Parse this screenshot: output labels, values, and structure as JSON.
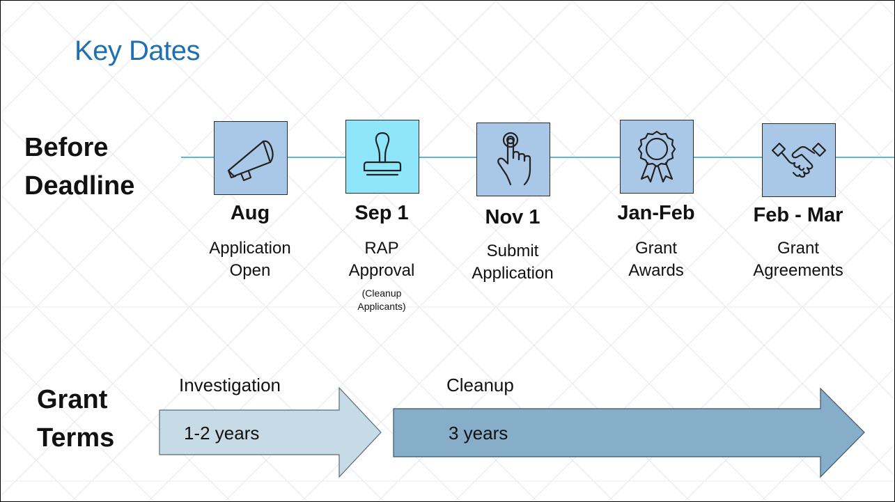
{
  "title": "Key Dates",
  "rows": {
    "before_deadline": [
      "Before",
      "Deadline"
    ],
    "grant_terms": [
      "Grant",
      "Terms"
    ]
  },
  "milestones": [
    {
      "date": "Aug",
      "lines": [
        "Application",
        "Open"
      ],
      "note": [],
      "icon": "megaphone-icon",
      "highlight": false
    },
    {
      "date": "Sep 1",
      "lines": [
        "RAP",
        "Approval"
      ],
      "note": [
        "(Cleanup",
        "Applicants)"
      ],
      "icon": "stamp-icon",
      "highlight": true
    },
    {
      "date": "Nov 1",
      "lines": [
        "Submit",
        "Application"
      ],
      "note": [],
      "icon": "touch-hand-icon",
      "highlight": false
    },
    {
      "date": "Jan-Feb",
      "lines": [
        "Grant",
        "Awards"
      ],
      "note": [],
      "icon": "award-ribbon-icon",
      "highlight": false
    },
    {
      "date": "Feb - Mar",
      "lines": [
        "Grant",
        "Agreements"
      ],
      "note": [],
      "icon": "handshake-icon",
      "highlight": false
    }
  ],
  "terms": [
    {
      "label": "Investigation",
      "duration": "1-2 years",
      "color": "#c7dbe6"
    },
    {
      "label": "Cleanup",
      "duration": "3 years",
      "color": "#86aec8"
    }
  ],
  "colors": {
    "title": "#1f6fb3",
    "timeline": "#5fb6dc",
    "icon_box": "#a9c7e6",
    "icon_box_highlight": "#8fe6fa"
  }
}
